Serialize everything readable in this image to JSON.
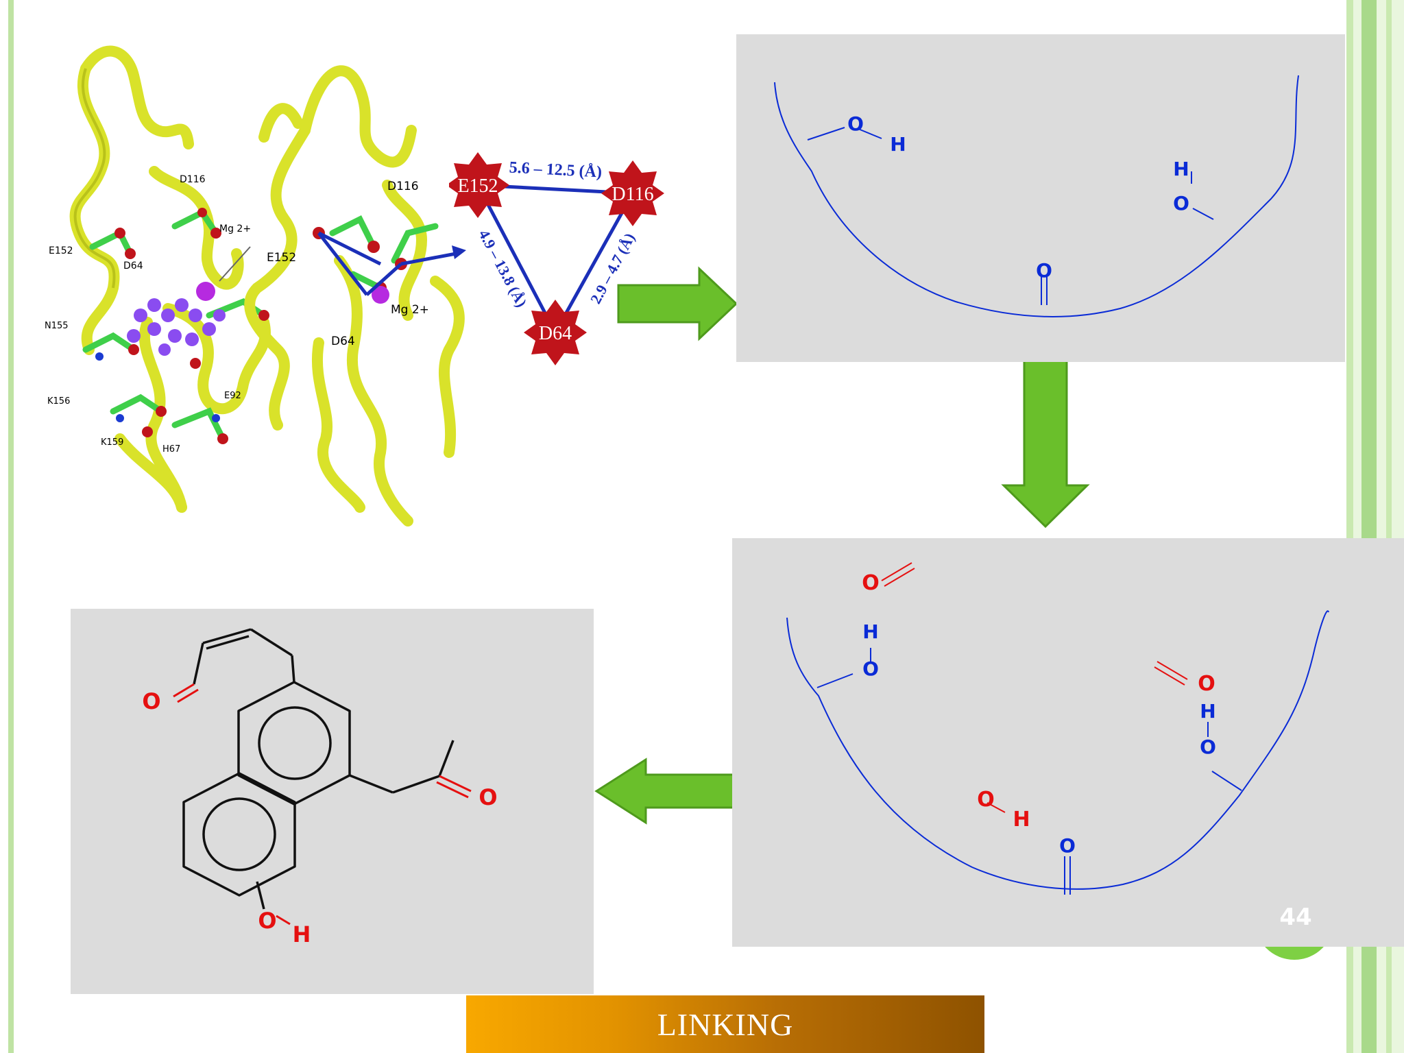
{
  "slide": {
    "footer_title": "LINKING",
    "page_number": "44"
  },
  "colors": {
    "accent_green": "#6abf2b",
    "banner_orange": "#f0a000",
    "banner_brown": "#8e5200",
    "pocket_blue": "#0a2bd6",
    "oxygen_red": "#e51010",
    "residue_red": "#c0141b"
  },
  "protein_left": {
    "labels": [
      "D116",
      "Mg 2+",
      "E152",
      "D64",
      "N155",
      "K156",
      "K159",
      "H67",
      "E92"
    ]
  },
  "protein_right": {
    "labels": [
      "D116",
      "E152",
      "D64",
      "Mg 2+"
    ]
  },
  "pharmacophore": {
    "nodes": [
      "E152",
      "D116",
      "D64"
    ],
    "distances": {
      "e152_d116": "5.6 – 12.5 (Å)",
      "e152_d64": "4.9 – 13.8 (Å)",
      "d116_d64": "2.9 – 4.7 (Å)"
    }
  },
  "pocket_atoms": {
    "o": "O",
    "h": "H"
  }
}
